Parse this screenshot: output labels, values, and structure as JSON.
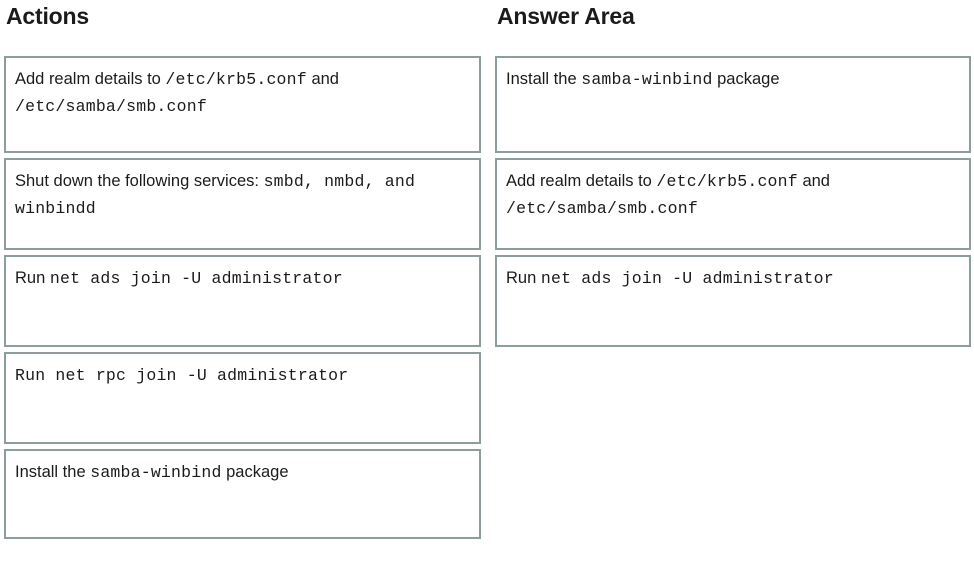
{
  "columns": {
    "actions": {
      "heading": "Actions",
      "cards": [
        {
          "id": "add-realm-details",
          "plain_text": "Add realm details to /etc/krb5.conf and /etc/samba/smb.conf",
          "segments": [
            {
              "text": "Add realm details to ",
              "style": "sans"
            },
            {
              "text": "/etc/krb5.conf",
              "style": "mono"
            },
            {
              "text": " and ",
              "style": "sans"
            },
            {
              "text": "/etc/samba/smb.conf",
              "style": "mono"
            }
          ]
        },
        {
          "id": "shut-down-services",
          "plain_text": "Shut down the following services: smbd, nmbd, and winbindd",
          "segments": [
            {
              "text": "Shut down the following services: ",
              "style": "sans"
            },
            {
              "text": "smbd, nmbd, and winbindd",
              "style": "mono"
            }
          ]
        },
        {
          "id": "run-net-ads-join",
          "plain_text": "Run net ads join -U administrator",
          "segments": [
            {
              "text": "Run ",
              "style": "sans"
            },
            {
              "text": "net ads join -U administrator",
              "style": "mono"
            }
          ]
        },
        {
          "id": "run-net-rpc-join",
          "plain_text": "Run net rpc join -U administrator",
          "segments": [
            {
              "text": "Run ",
              "style": "mono"
            },
            {
              "text": "net rpc join -U administrator",
              "style": "mono"
            }
          ]
        },
        {
          "id": "install-samba-winbind",
          "plain_text": "Install the samba-winbind package",
          "segments": [
            {
              "text": "Install the ",
              "style": "sans"
            },
            {
              "text": "samba-winbind",
              "style": "mono"
            },
            {
              "text": " package",
              "style": "sans"
            }
          ]
        }
      ]
    },
    "answer": {
      "heading": "Answer Area",
      "cards": [
        {
          "id": "answer-install-samba-winbind",
          "plain_text": "Install the samba-winbind package",
          "segments": [
            {
              "text": "Install the ",
              "style": "sans"
            },
            {
              "text": "samba-winbind",
              "style": "mono"
            },
            {
              "text": " package",
              "style": "sans"
            }
          ]
        },
        {
          "id": "answer-add-realm-details",
          "plain_text": "Add realm details to /etc/krb5.conf and /etc/samba/smb.conf",
          "segments": [
            {
              "text": "Add realm details to ",
              "style": "sans"
            },
            {
              "text": "/etc/krb5.conf",
              "style": "mono"
            },
            {
              "text": " and ",
              "style": "sans"
            },
            {
              "text": "/etc/samba/smb.conf",
              "style": "mono"
            }
          ]
        },
        {
          "id": "answer-run-net-ads-join",
          "plain_text": "Run net ads join -U administrator",
          "segments": [
            {
              "text": "Run ",
              "style": "sans"
            },
            {
              "text": "net ads join -U administrator",
              "style": "mono"
            }
          ]
        }
      ]
    }
  },
  "colors": {
    "card_border": "#8d9d9d",
    "card_background": "#ffffff",
    "text": "#1b1b1b",
    "page_background": "#ffffff"
  }
}
